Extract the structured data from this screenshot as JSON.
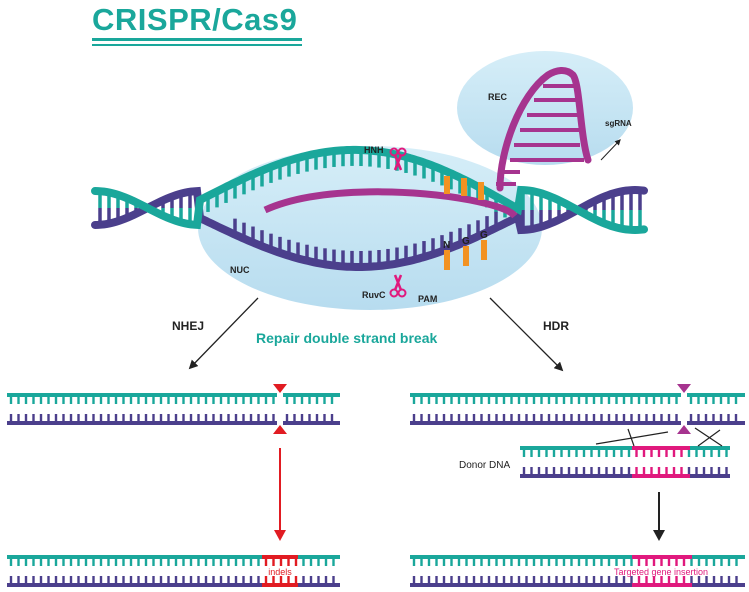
{
  "title": "CRISPR/Cas9",
  "labels": {
    "rec": "REC",
    "sgrna": "sgRNA",
    "hnh": "HNH",
    "nuc": "NUC",
    "ruvc": "RuvC",
    "pam": "PAM",
    "pam_n": "N",
    "pam_g1": "G",
    "pam_g2": "G"
  },
  "pathways": {
    "nhej": "NHEJ",
    "hdr": "HDR",
    "repair": "Repair double strand break"
  },
  "outcomes": {
    "donor": "Donor DNA",
    "indels": "indels",
    "insertion": "Targeted gene insertion"
  },
  "colors": {
    "teal": "#1aa79b",
    "purple": "#4b3f8c",
    "magenta": "#a6348f",
    "pink": "#e0197d",
    "red": "#e11b22",
    "orange": "#f29222",
    "bubble": "#c6e6f5"
  }
}
